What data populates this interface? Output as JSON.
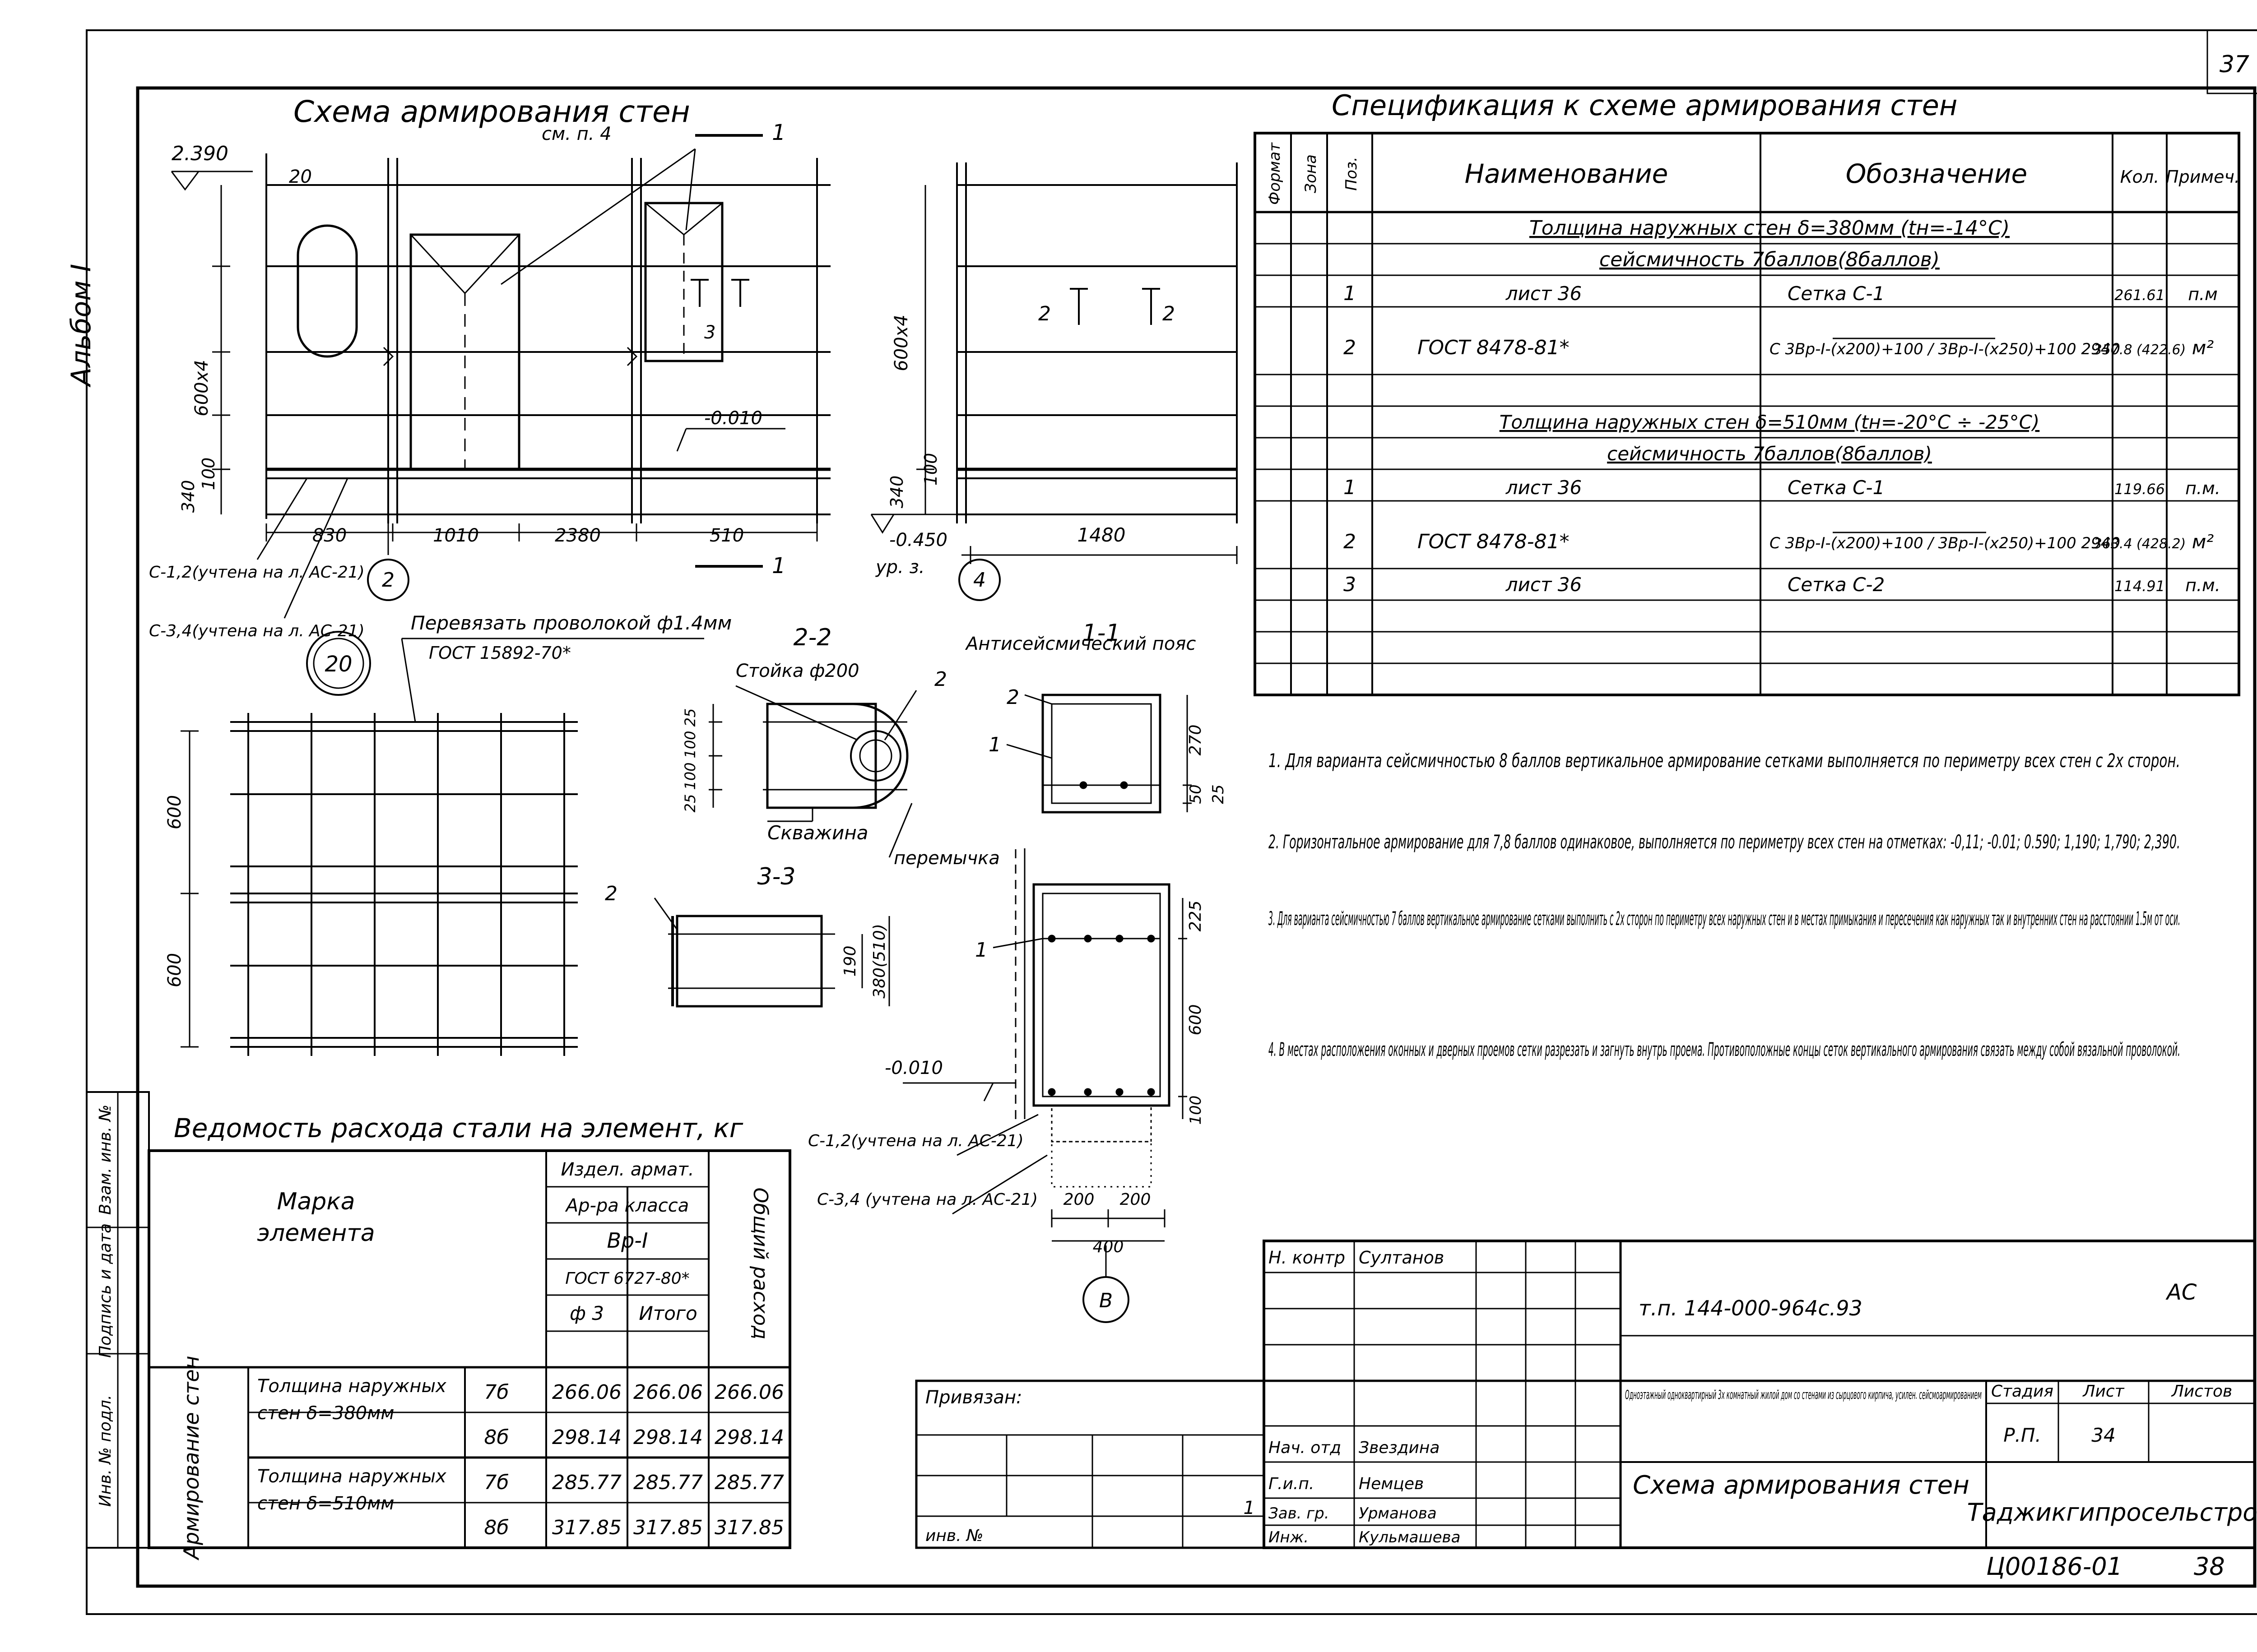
{
  "sheet_number": "37",
  "album_label": "Альбом I",
  "page_bottom_number": "38",
  "doc_code": "Ц00186-01",
  "scheme_title": "Схема армирования стен",
  "spec_title": "Спецификация к схеме армирования стен",
  "plan": {
    "elev_top": "2.390",
    "ref_20": "20",
    "note_see": "см. п. 4",
    "cut_1": "1",
    "dim_vert": "600х4",
    "dim_340": "340",
    "dim_100": "100",
    "elev_minus": "-0.010",
    "dims_h": [
      "830",
      "1010",
      "2380",
      "510"
    ],
    "axis_2": "2",
    "mesh_c12": "С-1,2(учтена на л. АС-21)",
    "mesh_c34": "С-3,4(учтена на л. АС-21)",
    "cut_3": "3",
    "cut_1_bottom": "1"
  },
  "elev4": {
    "dim_vert": "600х4",
    "dim_340": "340",
    "dim_100": "100",
    "cut_2": "2",
    "elev_minus": "-0.450",
    "level_label": "ур. з.",
    "dim_1480": "1480",
    "axis_4": "4"
  },
  "detail20": {
    "marker": "20",
    "leader_label": "Перевязать проволокой ф1.4мм",
    "leader_standard": "ГОСТ 15892-70*",
    "dim_600_a": "600",
    "dim_600_b": "600"
  },
  "sec22": {
    "title": "2-2",
    "post_label": "Стойка ф200",
    "ref_2": "2",
    "well_label": "Скважина",
    "lintel_label": "перемычка",
    "dims": [
      "25",
      "100",
      "100",
      "25"
    ]
  },
  "sec33": {
    "title": "3-3",
    "ref_2": "2",
    "dim_190": "190",
    "dim_380": "380(510)"
  },
  "sec11": {
    "title": "1-1",
    "belt_label": "Антисейсмический пояс",
    "ref_2": "2",
    "ref_1_a": "1",
    "ref_1_b": "1",
    "dim_270": "270",
    "dim_50": "50",
    "dim_25": "25",
    "dim_225": "225",
    "dim_600": "600",
    "dim_100": "100",
    "elev_minus": "-0.010",
    "mesh_c12": "С-1,2(учтена на л. АС-21)",
    "mesh_c34": "С-3,4 (учтена на л. АС-21)",
    "dim_200_a": "200",
    "dim_200_b": "200",
    "dim_400": "400",
    "axis_b": "В"
  },
  "spec": {
    "headers": [
      "Формат",
      "Зона",
      "Поз.",
      "Наименование",
      "Обозначение",
      "Кол.",
      "Примеч."
    ],
    "sec1_title": "Толщина наружных стен δ=380мм (tн=-14°С)",
    "sec1_sub": "сейсмичность 7баллов(8баллов)",
    "sec1_rows": [
      {
        "pos": "1",
        "name": "лист 36",
        "desig": "Сетка С-1",
        "qty": "261.61",
        "unit": "п.м"
      },
      {
        "pos": "2",
        "name": "ГОСТ 8478-81*",
        "desig": "С 3Вр-I-(х200)+100 / 3Вр-I-(х250)+100   2940",
        "qty": "357.8 (422.6)",
        "unit": "м²"
      }
    ],
    "sec2_title": "Толщина наружных стен δ=510мм (tн=-20°С ÷ -25°С)",
    "sec2_sub": "сейсмичность 7баллов(8баллов)",
    "sec2_rows": [
      {
        "pos": "1",
        "name": "лист 36",
        "desig": "Сетка С-1",
        "qty": "119.66",
        "unit": "п.м."
      },
      {
        "pos": "2",
        "name": "ГОСТ 8478-81*",
        "desig": "С 3Вр-I-(х200)+100 / 3Вр-I-(х250)+100   2940",
        "qty": "363.4 (428.2)",
        "unit": "м²"
      },
      {
        "pos": "3",
        "name": "лист 36",
        "desig": "Сетка С-2",
        "qty": "114.91",
        "unit": "п.м."
      }
    ]
  },
  "notes": [
    "1. Для варианта сейсмичностью 8 баллов вертикальное армирование сетками выполняется по периметру всех стен с 2х сторон.",
    "2. Горизонтальное армирование для 7,8 баллов одинаковое, выполняется по периметру всех стен на отметках: -0,11; -0.01; 0.590; 1,190; 1,790; 2,390.",
    "3. Для варианта сейсмичностью 7 баллов вертикальное армирование сетками выполнить с 2х сторон по периметру всех наружных стен и в местах примыкания и пересечения как наружных так и внутренних стен на расстоянии 1.5м от оси.",
    "4. В местах расположения оконных и дверных проемов сетки разрезать и загнуть внутрь проема. Противоположные концы сеток вертикального армирования связать между собой вязальной проволокой."
  ],
  "steel": {
    "title": "Ведомость расхода стали на элемент, кг",
    "mark_header": "Марка элемента",
    "h_items": "Издел. армат.",
    "h_class": "Ар-ра класса",
    "h_grade": "Вр-I",
    "h_gost": "ГОСТ 6727-80*",
    "h_dia": "ф 3",
    "h_total": "Итого",
    "h_sum": "Общий расход",
    "group_label": "Армирование стен",
    "rows": [
      {
        "label": "Толщина наружных стен δ=380мм",
        "grade": "7б",
        "d3": "266.06",
        "total": "266.06",
        "sum": "266.06"
      },
      {
        "label": "",
        "grade": "8б",
        "d3": "298.14",
        "total": "298.14",
        "sum": "298.14"
      },
      {
        "label": "Толщина наружных стен δ=510мм",
        "grade": "7б",
        "d3": "285.77",
        "total": "285.77",
        "sum": "285.77"
      },
      {
        "label": "",
        "grade": "8б",
        "d3": "317.85",
        "total": "317.85",
        "sum": "317.85"
      }
    ]
  },
  "side_stamps": [
    "Инв. № подл.",
    "Подпись и дата",
    "Взам. инв. №"
  ],
  "title_block": {
    "privyazan": "Привязан:",
    "inv": "инв. №",
    "sheet_no": "1",
    "doc_num": "т.п. 144-000-964с.93",
    "ac": "АС",
    "roles": [
      {
        "role": "Н. контр",
        "name": "Султанов"
      },
      {
        "role": "Нач. отд",
        "name": "Звездина"
      },
      {
        "role": "Г.и.п.",
        "name": "Немцев"
      },
      {
        "role": "Зав. гр.",
        "name": "Урманова"
      },
      {
        "role": "Инж.",
        "name": "Кульмашева"
      }
    ],
    "project_desc": "Одноэтажный одноквартирный 3х комнатный жилой дом со стенами из сырцового кирпича, усилен. сейсмоармированием",
    "stage_h": "Стадия",
    "sheet_h": "Лист",
    "sheets_h": "Листов",
    "stage": "Р.П.",
    "sheet": "34",
    "drawing_title": "Схема армирования стен",
    "company": "Таджикгипросельстрой"
  }
}
